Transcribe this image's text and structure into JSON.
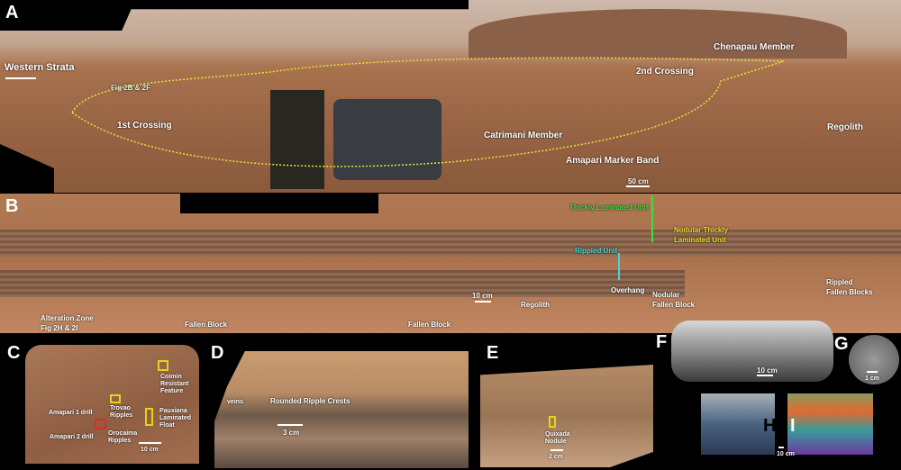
{
  "panels": {
    "a": "A",
    "b": "B",
    "c": "C",
    "d": "D",
    "e": "E",
    "f": "F",
    "g": "G",
    "h": "H",
    "i": "I"
  },
  "panel_a": {
    "western_strata": "Western Strata",
    "arrow": "left-arrow",
    "fig_ref": "Fig 2B & 2F",
    "first_crossing": "1st Crossing",
    "second_crossing": "2nd Crossing",
    "chenapau": "Chenapau Member",
    "catrimani": "Catrimani Member",
    "amapari": "Amapari Marker Band",
    "regolith": "Regolith",
    "scale": "50 cm"
  },
  "panel_b": {
    "thickly": "Thickly Laminated Unit",
    "nodular_thickly": "Nodular Thickly\nLaminated Unit",
    "rippled_unit": "Rippled Unit",
    "overhang": "Overhang",
    "nodular_fallen": "Nodular\nFallen Block",
    "rippled_fallen": "Rippled\nFallen Blocks",
    "regolith": "Regolith",
    "scale": "10 cm",
    "alteration": "Alteration Zone\nFig 2H & 2I",
    "fallen1": "Fallen Block",
    "fallen2": "Fallen Block"
  },
  "panel_c": {
    "coimin": "Coimin\nResistant\nFeature",
    "trovao": "Trovao\nRipples",
    "pauxiana": "Pauxiana\nLaminated\nFloat",
    "amapari1": "Amapari 1 drill",
    "amapari2": "Amapari 2 drill",
    "orocaima": "Orocaima\nRipples",
    "scale": "10 cm"
  },
  "panel_d": {
    "veins": "veins",
    "crests": "Rounded Ripple Crests",
    "scale": "3 cm"
  },
  "panel_e": {
    "quixada": "Quixada\nNodule",
    "scale": "2 cm"
  },
  "panel_f": {
    "scale": "10 cm"
  },
  "panel_g": {
    "scale": "1 cm"
  },
  "panel_hi": {
    "scale": "10 cm"
  }
}
